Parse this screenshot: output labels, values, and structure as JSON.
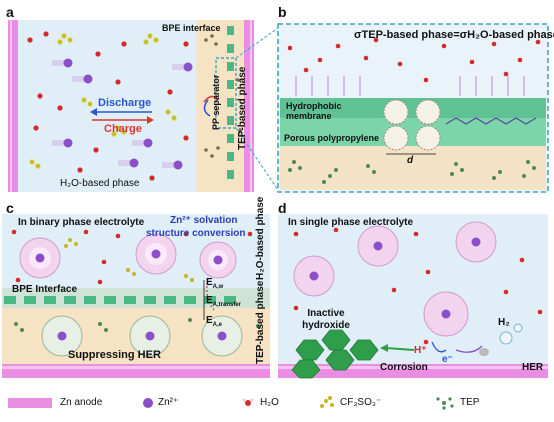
{
  "panels": {
    "a": {
      "label": "a",
      "bpe_interface": "BPE interface",
      "pp_separator": "PP separator",
      "tep_phase": "TEP-based phase",
      "discharge": "Discharge",
      "charge": "Charge",
      "h2o_phase": "H₂O-based phase"
    },
    "b": {
      "label": "b",
      "equation": "σTEP-based phase=σH₂O-based phase",
      "hydrophobic": "Hydrophobic membrane",
      "porous": "Porous polypropylene",
      "d_label": "d"
    },
    "c": {
      "label": "c",
      "title": "In binary phase electrolyte",
      "conversion_line1": "Zn²⁺ solvation",
      "conversion_line2": "structure conversion",
      "bpe_interface": "BPE Interface",
      "suppressing": "Suppressing HER",
      "h2o_phase": "H₂O-based phase",
      "tep_phase": "TEP-based phase",
      "ea_w": "E",
      "ea_w_sub": "A,w",
      "ea_transfer": "E",
      "ea_transfer_sub": "A,transfer",
      "ea_e": "E",
      "ea_e_sub": "A,e"
    },
    "d": {
      "label": "d",
      "title": "In single phase electrolyte",
      "inactive": "Inactive hydroxide",
      "h_plus": "H⁺",
      "electron": "e⁻",
      "h2": "H₂",
      "corrosion": "Corrosion",
      "her": "HER"
    }
  },
  "legend": {
    "zn_anode": "Zn anode",
    "zn2": "Zn²⁺",
    "h2o": "H₂O",
    "cf3so3": "CF₃SO₃⁻",
    "tep": "TEP"
  },
  "colors": {
    "zn_anode": "#e67fe0",
    "electrolyte": "#dcebf5",
    "tep_phase": "#f6e4c6",
    "membrane_green": "#3fb27f",
    "panel_border": "#3fa3c9",
    "zn_ion": "#8a4fc9",
    "water_red": "#d42a2a",
    "discharge_blue": "#2a56d6",
    "charge_red": "#e0342c"
  }
}
